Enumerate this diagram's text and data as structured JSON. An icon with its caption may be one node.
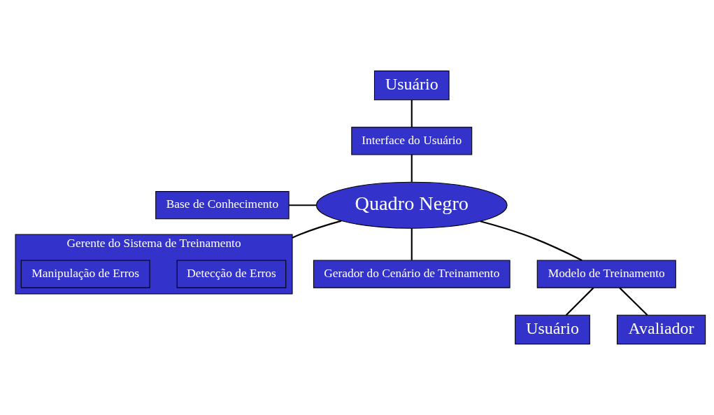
{
  "diagram": {
    "nodes": [
      {
        "text": [
          "Usuário"
        ]
      },
      {
        "text": [
          "Interface do Usuário"
        ]
      },
      {
        "text": [
          "Quadro Negro"
        ]
      },
      {
        "text": [
          "Base de Conhecimento"
        ]
      },
      {
        "text": [
          "Gerente do Sistema de Treinamento"
        ]
      },
      {
        "text": [
          "Detecção de Erros"
        ],
        "in": 4
      },
      {
        "text": [
          "Manipulação de Erros"
        ],
        "in": 4
      },
      {
        "text": [
          "Gerador do Cenário de Treinamento"
        ]
      },
      {
        "text": [
          "Modelo de Treinamento"
        ]
      },
      {
        "text": [
          "Usuário"
        ]
      },
      {
        "text": [
          "Avaliador"
        ]
      }
    ],
    "edges": [
      {
        "from": 0,
        "to": 1,
        "arrow": "none"
      },
      {
        "from": 1,
        "to": 2,
        "arrow": "none"
      },
      {
        "from": 3,
        "to": 2,
        "arrow": "none"
      },
      {
        "from": 2,
        "to": 4,
        "arrow": "none"
      },
      {
        "from": 2,
        "to": 7,
        "arrow": "none"
      },
      {
        "from": 2,
        "to": 8,
        "arrow": "none"
      },
      {
        "from": 8,
        "to": 9,
        "arrow": "none"
      },
      {
        "from": 8,
        "to": 10,
        "arrow": "none"
      }
    ]
  }
}
